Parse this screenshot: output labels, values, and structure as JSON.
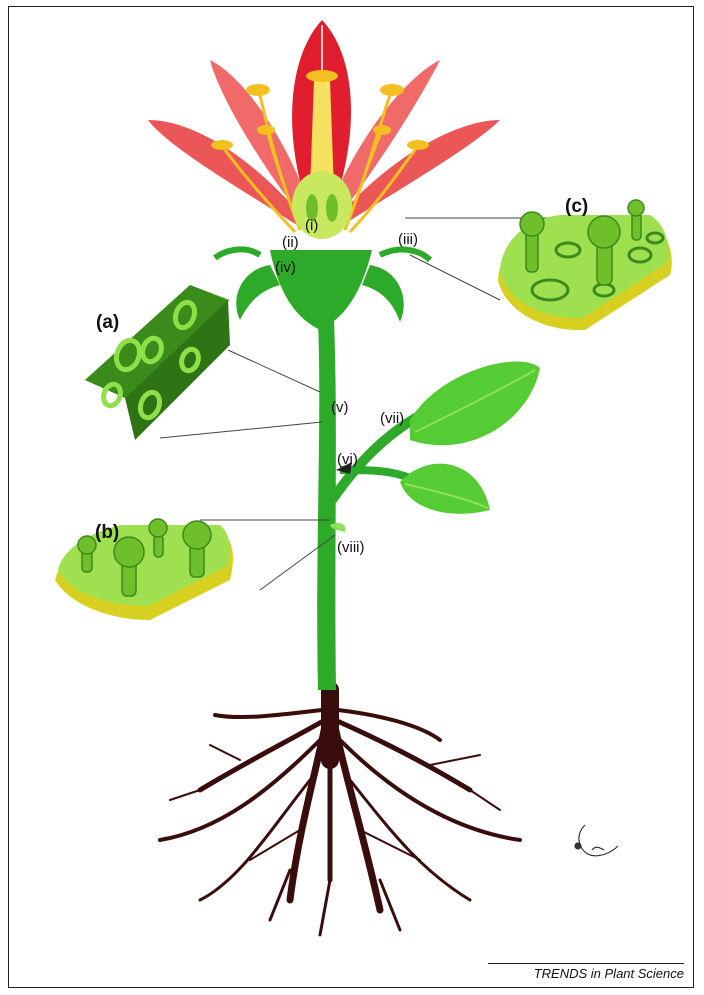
{
  "labels": {
    "i": "(i)",
    "ii": "(ii)",
    "iii": "(iii)",
    "iv": "(iv)",
    "v": "(v)",
    "vi": "(vi)",
    "vii": "(vii)",
    "viii": "(viii)"
  },
  "panels": {
    "a": "(a)",
    "b": "(b)",
    "c": "(c)"
  },
  "credit": "TRENDS in Plant Science",
  "colors": {
    "petal": "#e83a3a",
    "petal_light": "#f07070",
    "stamen": "#f4c020",
    "stem": "#2eaa2a",
    "leaf": "#55cc33",
    "leaf_light": "#8fe05a",
    "root": "#3a0d0d",
    "panel_dark": "#3b8a1c",
    "panel_light": "#9fe050",
    "panel_base": "#d8d020"
  }
}
